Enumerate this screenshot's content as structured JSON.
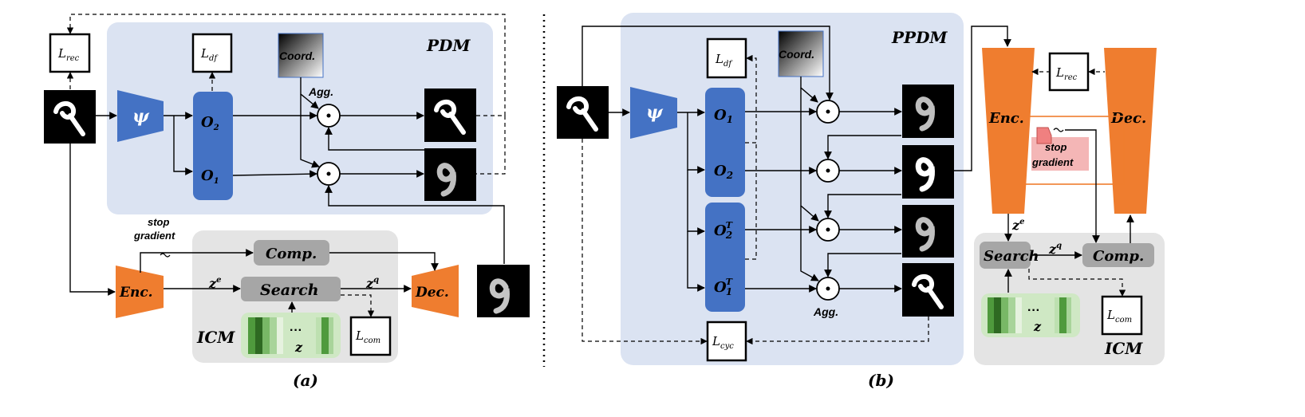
{
  "panel_a": {
    "caption": "(a)",
    "pdm_title": "PDM",
    "icm_title": "ICM",
    "psi": "ψ",
    "o2": "O",
    "o2_sub": "2",
    "o1": "O",
    "o1_sub": "1",
    "loss_rec": "L",
    "loss_rec_sub": "rec",
    "loss_df": "L",
    "loss_df_sub": "df",
    "loss_com": "L",
    "loss_com_sub": "com",
    "coord": "Coord.",
    "agg": "Agg.",
    "enc": "Enc.",
    "dec": "Dec.",
    "comp": "Comp.",
    "search": "Search",
    "ze": "z",
    "ze_sup": "e",
    "zq": "z",
    "zq_sup": "q",
    "codebook_z": "z",
    "dots": "···",
    "stop_line1": "stop",
    "stop_line2": "gradient"
  },
  "panel_b": {
    "caption": "(b)",
    "ppdm_title": "PPDM",
    "icm_title": "ICM",
    "psi": "ψ",
    "o1": "O",
    "o1_sub": "1",
    "o2": "O",
    "o2_sub": "2",
    "o2t": "O",
    "o2t_sub": "2",
    "o2t_sup": "T",
    "o1t": "O",
    "o1t_sub": "1",
    "o1t_sup": "T",
    "loss_df": "L",
    "loss_df_sub": "df",
    "loss_cyc": "L",
    "loss_cyc_sub": "cyc",
    "loss_rec": "L",
    "loss_rec_sub": "rec",
    "loss_com": "L",
    "loss_com_sub": "com",
    "coord": "Coord.",
    "agg": "Agg.",
    "enc": "Enc.",
    "dec": "Dec.",
    "search": "Search",
    "comp": "Comp.",
    "ze": "z",
    "ze_sup": "e",
    "zq": "z",
    "zq_sup": "q",
    "codebook_z": "z",
    "dots": "···",
    "stop_line1": "stop",
    "stop_line2": "gradient"
  },
  "colors": {
    "pdm_bg": "#dbe3f2",
    "icm_bg": "#e4e4e4",
    "blue": "#4472c4",
    "orange": "#ef7d2f",
    "gray": "#a6a6a6",
    "green_bg": "#cfe8c4",
    "note_red": "#f08080",
    "note_bg": "#f4b6b6"
  }
}
